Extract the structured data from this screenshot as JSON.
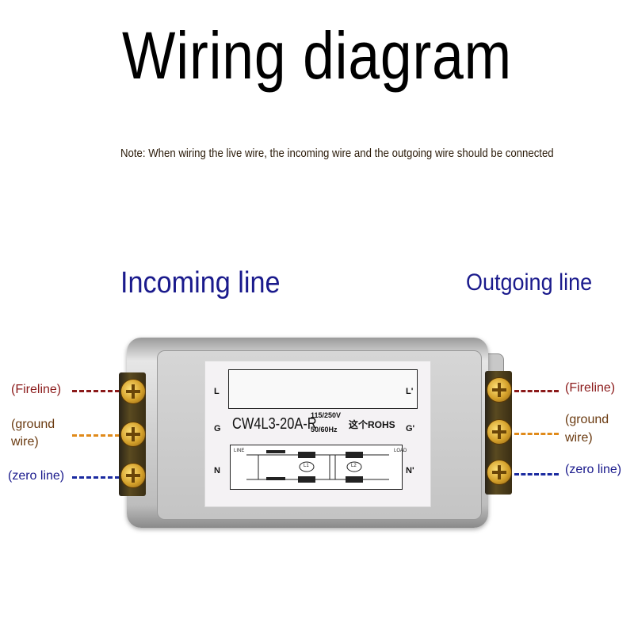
{
  "title": "Wiring diagram",
  "note": "Note: When wiring the live wire, the incoming wire and the outgoing wire should be connected",
  "incoming": "Incoming line",
  "outgoing": "Outgoing line",
  "left_labels": {
    "fire": "(Fireline)",
    "ground_1": "(ground",
    "ground_2": "wire)",
    "zero": "(zero line)"
  },
  "right_labels": {
    "fire": "(Fireline)",
    "ground_1": "(ground",
    "ground_2": "wire)",
    "zero": "(zero line)"
  },
  "device": {
    "terminals_left": [
      "L",
      "G",
      "N"
    ],
    "terminals_right": [
      "L'",
      "G'",
      "N'"
    ],
    "model": "CW4L3-20A-R",
    "voltage": "115/250V",
    "frequency": "50/60Hz",
    "rohs": "这个ROHS",
    "schematic_line": "LINE",
    "schematic_load": "LOAD",
    "coil_1": "L1",
    "coil_2": "L2"
  },
  "colors": {
    "fire_wire": "#8b1a1a",
    "ground_wire": "#e08a1a",
    "zero_wire": "#1a2aa0",
    "heading": "#1a1a8c"
  }
}
